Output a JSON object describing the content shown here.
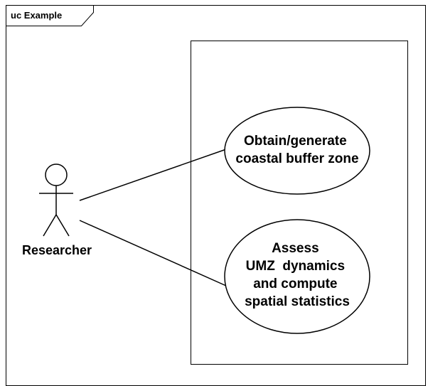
{
  "diagram": {
    "type": "uml-use-case",
    "frame_label": "uc Example",
    "actor": {
      "name": "Researcher"
    },
    "use_cases": [
      {
        "id": "uc1",
        "lines": [
          "Obtain/generate",
          "coastal buffer zone"
        ]
      },
      {
        "id": "uc2",
        "lines": [
          "Assess",
          "UMZ  dynamics",
          "and compute",
          "spatial statistics"
        ]
      }
    ],
    "associations": [
      {
        "from": "Researcher",
        "to": "uc1"
      },
      {
        "from": "Researcher",
        "to": "uc2"
      }
    ]
  }
}
